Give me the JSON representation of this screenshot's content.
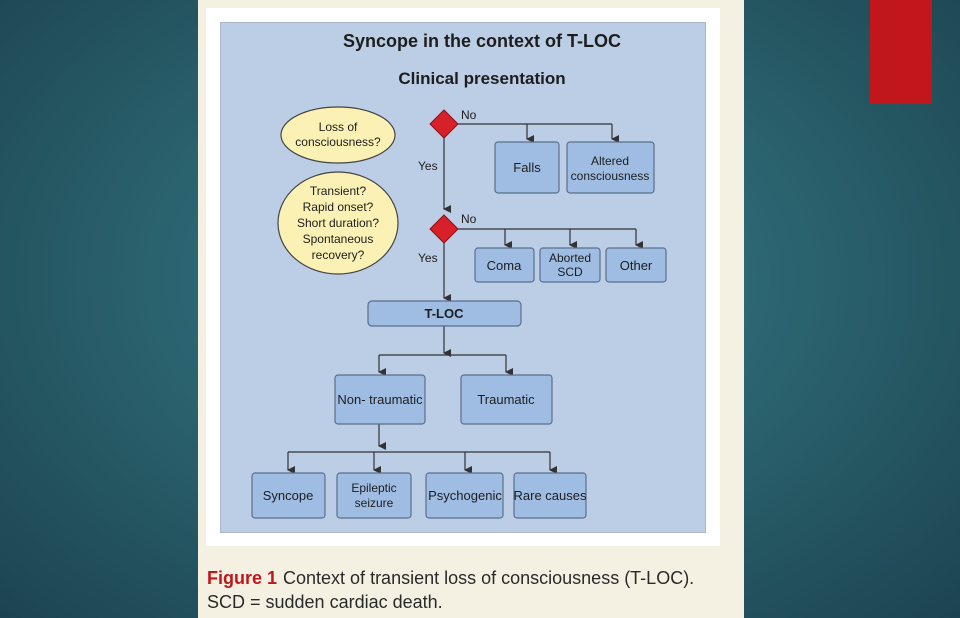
{
  "colors": {
    "background": "#2b6470",
    "accent": "#c0161c",
    "panel": "#f4f1e3",
    "diagram_bg": "#bccde6",
    "box_fill": "#9fbde3",
    "ellipse_fill": "#fbf1b4",
    "diamond": "#d8202a"
  },
  "diagram": {
    "title": "Syncope in the context of T-LOC",
    "subtitle": "Clinical presentation",
    "question1": [
      "Loss of",
      "consciousness?"
    ],
    "question2": [
      "Transient?",
      "Rapid onset?",
      "Short duration?",
      "Spontaneous",
      "recovery?"
    ],
    "no1": "No",
    "yes1": "Yes",
    "no2": "No",
    "yes2": "Yes",
    "falls": "Falls",
    "altered": [
      "Altered",
      "consciousness"
    ],
    "coma": "Coma",
    "aborted_scd": [
      "Aborted",
      "SCD"
    ],
    "other": "Other",
    "tloc": "T-LOC",
    "non_traumatic": "Non- traumatic",
    "traumatic": "Traumatic",
    "syncope": "Syncope",
    "epileptic": [
      "Epileptic",
      "seizure"
    ],
    "psychogenic": "Psychogenic",
    "rare_causes": "Rare causes"
  },
  "caption": {
    "label": "Figure 1",
    "line1": "Context of transient loss of consciousness (T-LOC).",
    "line2": "SCD = sudden cardiac death."
  }
}
